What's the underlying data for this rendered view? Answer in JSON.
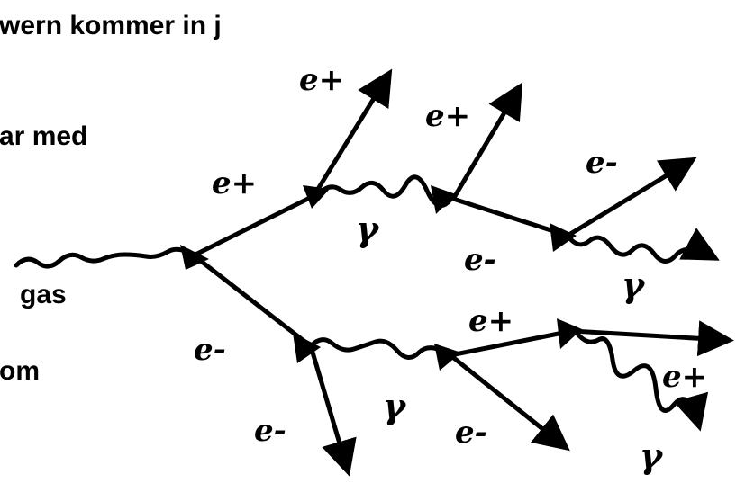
{
  "text_lines": [
    "wern kommer in j",
    "ar med",
    "gas",
    "om"
  ],
  "labels": {
    "top_e_plus": "e+",
    "mid_e_plus": "e+",
    "upper_right_e_plus": "e+",
    "far_right_e_minus": "e-",
    "upper_gamma": "γ",
    "center_e_minus": "e-",
    "right_gamma": "γ",
    "lower_left_e_minus": "e-",
    "lower_center_e_plus": "e+",
    "bottom_far_e_plus": "e+",
    "lower_gamma": "γ",
    "bottom_left_e_minus": "e-",
    "bottom_e_minus": "e-",
    "bottom_right_gamma": "γ"
  },
  "colors": {
    "ink": "#000000",
    "background": "#ffffff"
  }
}
